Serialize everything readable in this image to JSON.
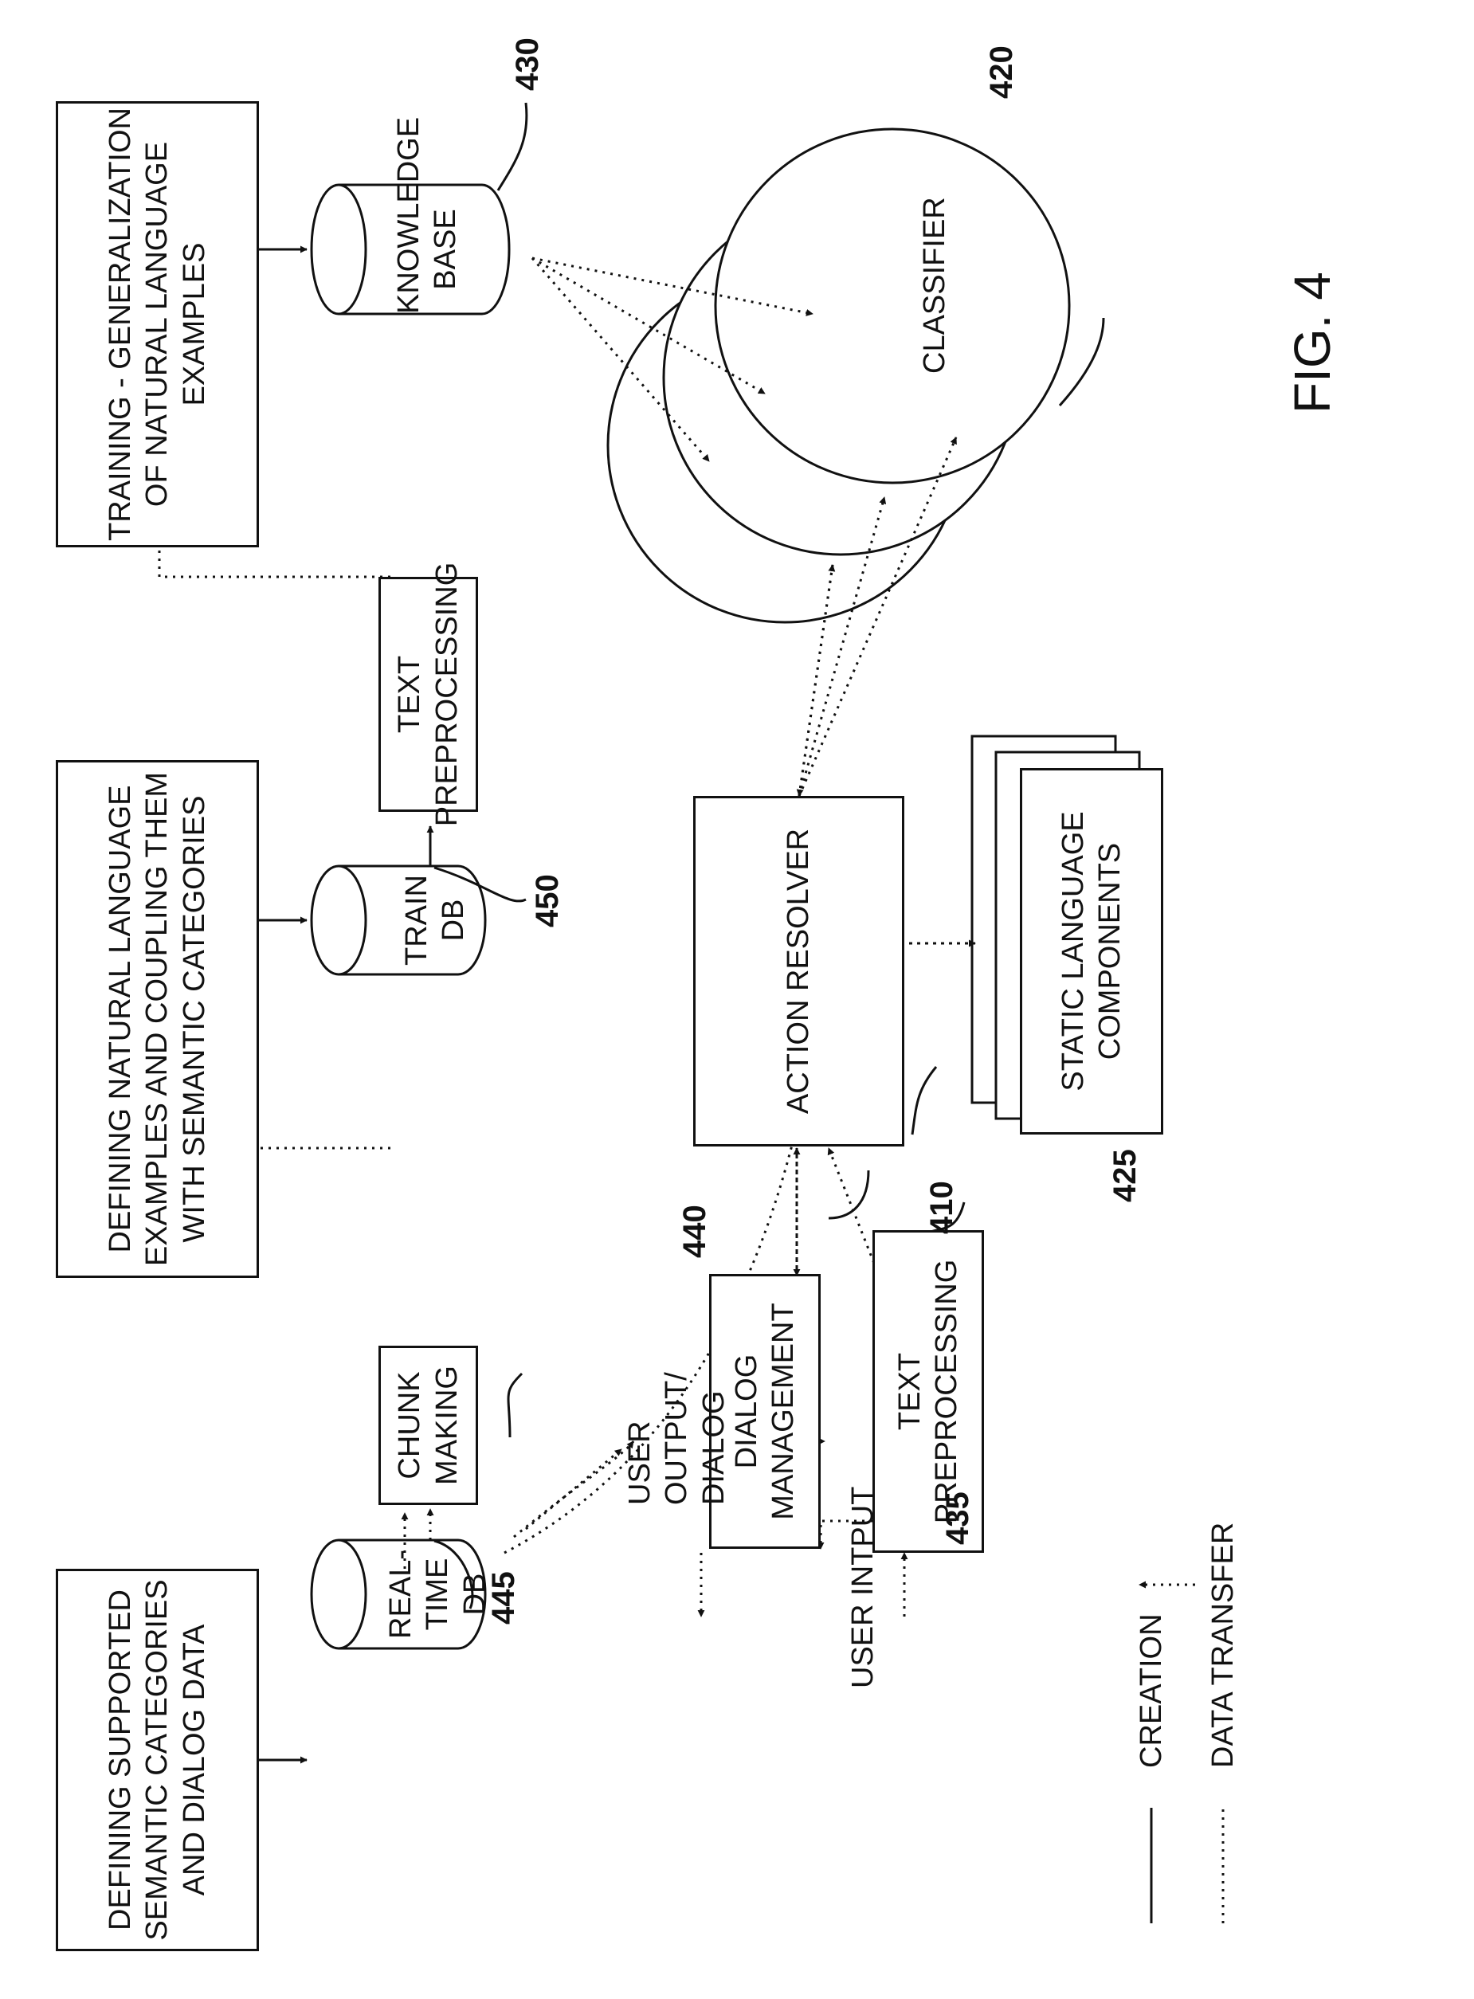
{
  "boxes": {
    "define_semantic": "DEFINING SUPPORTED SEMANTIC CATEGORIES AND DIALOG DATA",
    "define_examples": "DEFINING NATURAL LANGUAGE EXAMPLES AND COUPLING THEM WITH SEMANTIC CATEGORIES",
    "training": "TRAINING - GENERALIZATION OF NATURAL LANGUAGE EXAMPLES",
    "chunk_making": "CHUNK MAKING",
    "text_preprocessing_top": "TEXT PREPROCESSING",
    "action_resolver": "ACTION RESOLVER",
    "dialog_management": "DIALOG MANAGEMENT",
    "text_preprocessing_bottom": "TEXT PREPROCESSING",
    "static_language_components": "STATIC LANGUAGE COMPONENTS"
  },
  "databases": {
    "realtime_db": "REAL-TIME DB",
    "train_db": "TRAIN DB",
    "knowledge_base": "KNOWLEDGE BASE"
  },
  "classifier": "CLASSIFIER",
  "io": {
    "user_output": "USER OUTPUT/ DIALOG",
    "user_input": "USER INTPUT"
  },
  "refs": {
    "r410": "410",
    "r420": "420",
    "r425": "425",
    "r430": "430",
    "r435": "435",
    "r440": "440",
    "r445": "445",
    "r450": "450"
  },
  "legend": {
    "creation": "CREATION",
    "data_transfer": "DATA TRANSFER"
  },
  "figure_label": "FIG. 4"
}
